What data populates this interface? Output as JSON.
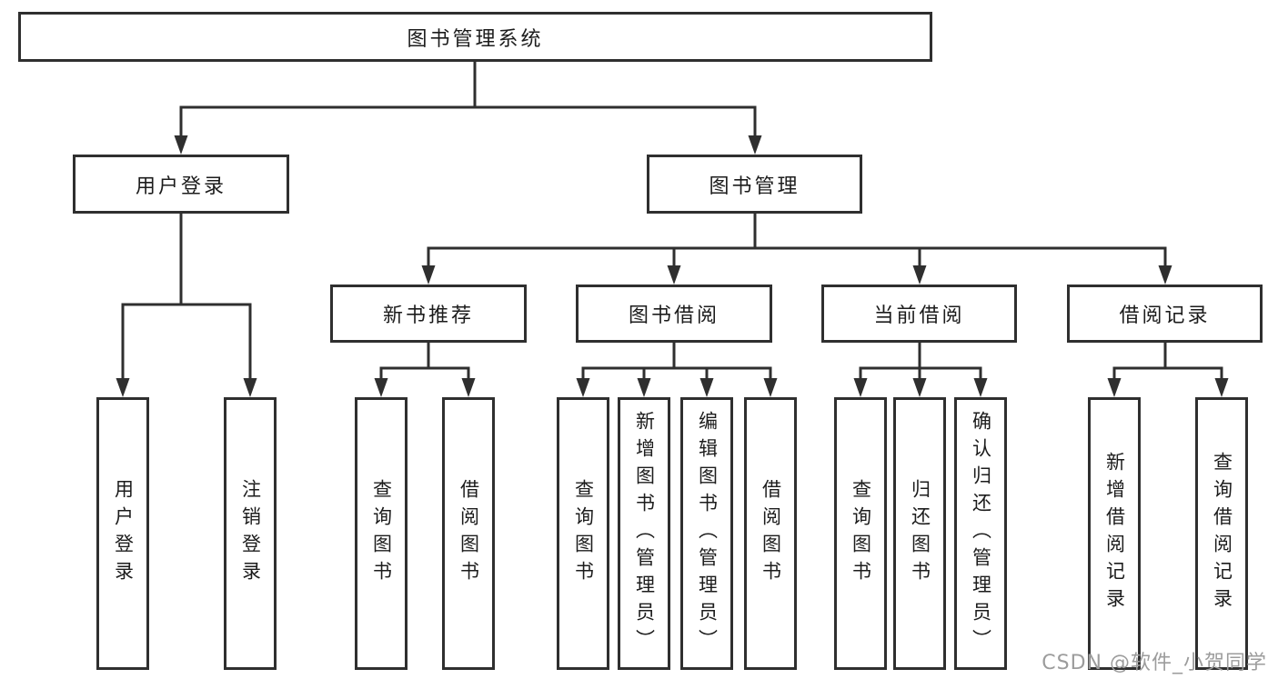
{
  "diagram": {
    "type": "hierarchy-tree",
    "root": {
      "label": "图书管理系统",
      "children": [
        {
          "label": "用户登录",
          "children": [
            {
              "label": "用户登录"
            },
            {
              "label": "注销登录"
            }
          ]
        },
        {
          "label": "图书管理",
          "children": [
            {
              "label": "新书推荐",
              "children": [
                {
                  "label": "查询图书"
                },
                {
                  "label": "借阅图书"
                }
              ]
            },
            {
              "label": "图书借阅",
              "children": [
                {
                  "label": "查询图书"
                },
                {
                  "label": "新增图书（管理员）"
                },
                {
                  "label": "编辑图书（管理员）"
                },
                {
                  "label": "借阅图书"
                }
              ]
            },
            {
              "label": "当前借阅",
              "children": [
                {
                  "label": "查询图书"
                },
                {
                  "label": "归还图书"
                },
                {
                  "label": "确认归还（管理员）"
                }
              ]
            },
            {
              "label": "借阅记录",
              "children": [
                {
                  "label": "新增借阅记录"
                },
                {
                  "label": "查询借阅记录"
                }
              ]
            }
          ]
        }
      ]
    },
    "colors": {
      "line": "#2f2f2f",
      "text": "#1c1c1c",
      "background": "#ffffff",
      "watermark": "#9c9c9c"
    }
  },
  "watermark": {
    "text": "CSDN @软件_小贺同学"
  }
}
